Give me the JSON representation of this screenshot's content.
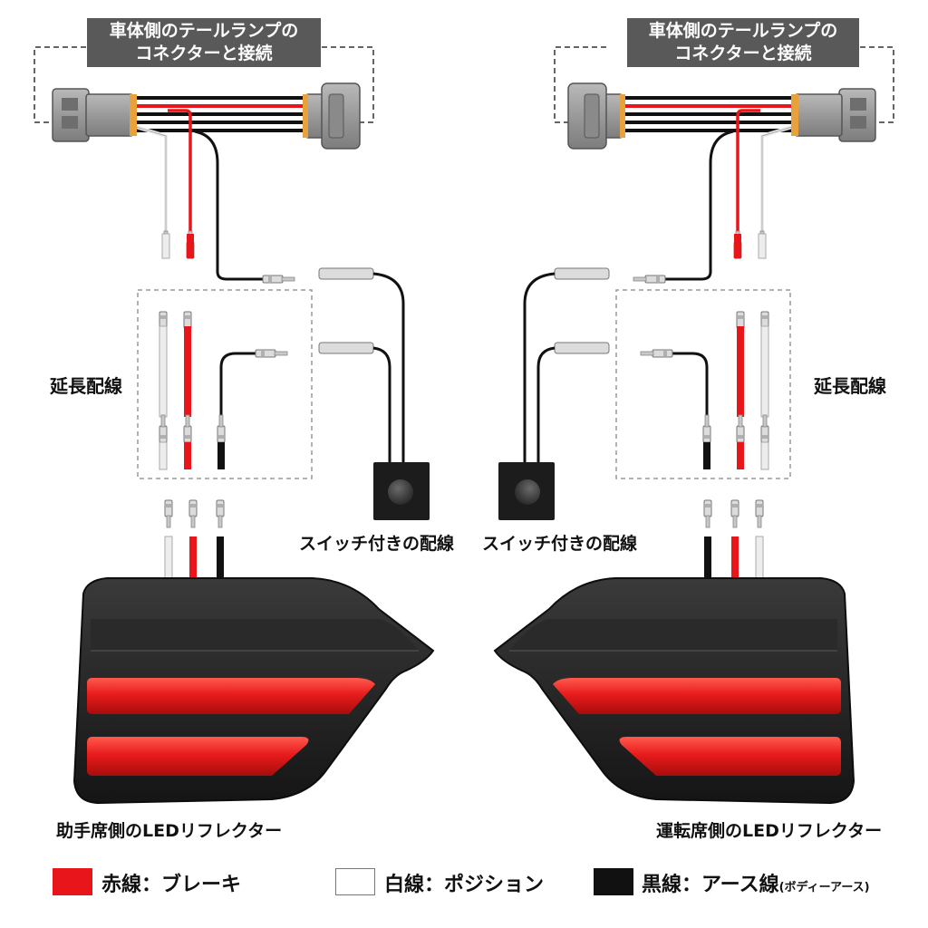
{
  "header_left": {
    "line1": "車体側のテールランプの",
    "line2": "コネクターと接続"
  },
  "header_right": {
    "line1": "車体側のテールランプの",
    "line2": "コネクターと接続"
  },
  "extension_label_left": "延長配線",
  "extension_label_right": "延長配線",
  "switch_label_left": "スイッチ付きの配線",
  "switch_label_right": "スイッチ付きの配線",
  "reflector_label_left": "助手席側のLEDリフレクター",
  "reflector_label_right": "運転席側のLEDリフレクター",
  "legend": {
    "red": {
      "label": "赤線：ブレーキ",
      "color": "#e8161b"
    },
    "white": {
      "label": "白線：ポジション",
      "color": "#ffffff"
    },
    "black": {
      "label": "黒線：アース線",
      "note": "(ボディーアース)",
      "color": "#111111"
    }
  }
}
